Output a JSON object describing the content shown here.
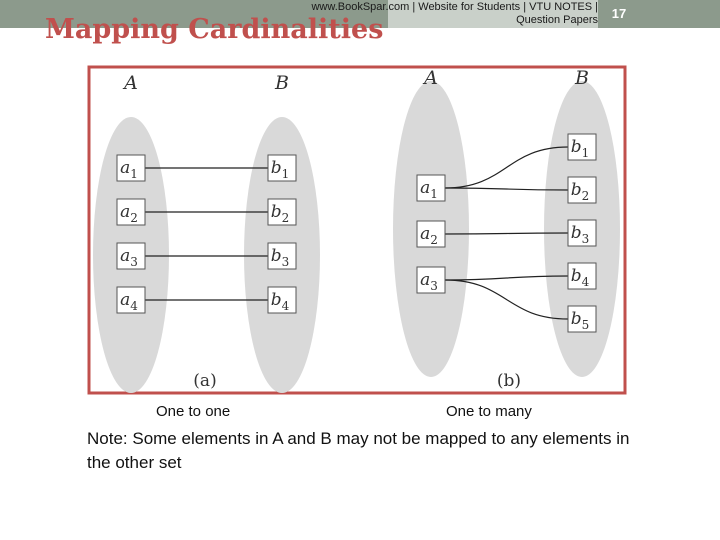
{
  "header": {
    "note": "www.BookSpar.com | Website for Students | VTU NOTES | Question Papers",
    "slide_number": "17"
  },
  "title": "Mapping Cardinalities",
  "colors": {
    "title": "#c0504d",
    "frame": "#c0504d",
    "ellipse": "#d9d9d9",
    "topbar": "#8c9a8c"
  },
  "figure": {
    "left": {
      "set_a_label": "A",
      "set_b_label": "B",
      "sub_label": "(a)",
      "a_elements": [
        {
          "base": "a",
          "sub": "1"
        },
        {
          "base": "a",
          "sub": "2"
        },
        {
          "base": "a",
          "sub": "3"
        },
        {
          "base": "a",
          "sub": "4"
        }
      ],
      "b_elements": [
        {
          "base": "b",
          "sub": "1"
        },
        {
          "base": "b",
          "sub": "2"
        },
        {
          "base": "b",
          "sub": "3"
        },
        {
          "base": "b",
          "sub": "4"
        }
      ],
      "mapping": [
        [
          0,
          0
        ],
        [
          1,
          1
        ],
        [
          2,
          2
        ],
        [
          3,
          3
        ]
      ]
    },
    "right": {
      "set_a_label": "A",
      "set_b_label": "B",
      "sub_label": "(b)",
      "a_elements": [
        {
          "base": "a",
          "sub": "1"
        },
        {
          "base": "a",
          "sub": "2"
        },
        {
          "base": "a",
          "sub": "3"
        }
      ],
      "b_elements": [
        {
          "base": "b",
          "sub": "1"
        },
        {
          "base": "b",
          "sub": "2"
        },
        {
          "base": "b",
          "sub": "3"
        },
        {
          "base": "b",
          "sub": "4"
        },
        {
          "base": "b",
          "sub": "5"
        }
      ],
      "mapping": [
        [
          0,
          0
        ],
        [
          0,
          1
        ],
        [
          1,
          2
        ],
        [
          2,
          3
        ],
        [
          2,
          4
        ]
      ]
    }
  },
  "captions": {
    "left": "One to one",
    "right": "One to many"
  },
  "note": "Note: Some elements in A and B may not be mapped to any elements in the other set"
}
